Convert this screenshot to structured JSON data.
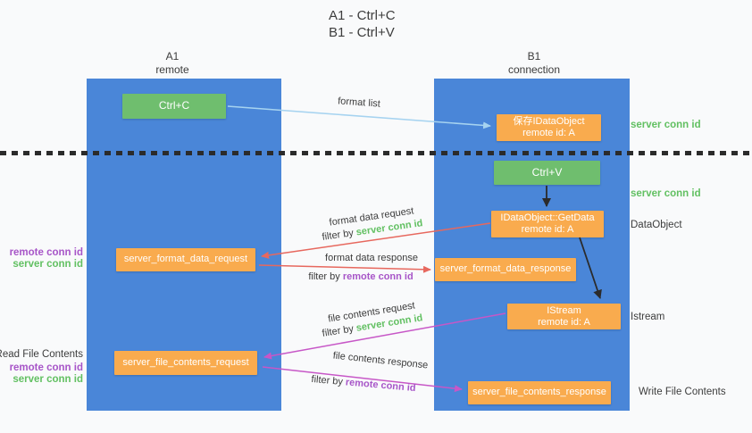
{
  "title": {
    "line1": "A1 - Ctrl+C",
    "line2": "B1 - Ctrl+V"
  },
  "headers": {
    "left_id": "A1",
    "left_role": "remote",
    "right_id": "B1",
    "right_role": "connection"
  },
  "nodes": {
    "ctrl_c": "Ctrl+C",
    "ctrl_v": "Ctrl+V",
    "save_dataobject": {
      "line1": "保存IDataObject",
      "line2": "remote id: A"
    },
    "getdata": {
      "line1": "IDataObject::GetData",
      "line2": "remote id: A"
    },
    "istream": {
      "line1": "IStream",
      "line2": "remote id: A"
    },
    "server_format_data_request": "server_format_data_request",
    "server_format_data_response": "server_format_data_response",
    "server_file_contents_request": "server_file_contents_request",
    "server_file_contents_response": "server_file_contents_response"
  },
  "arrow_labels": {
    "format_list": "format list",
    "format_data_request": "format data request",
    "format_data_response": "format data response",
    "file_contents_request": "file contents request",
    "file_contents_response": "file contents response",
    "filter_by": "filter by",
    "server_conn_id": "server conn id",
    "remote_conn_id": "remote conn id"
  },
  "side_labels": {
    "read_file_contents": "Read File Contents",
    "write_file_contents": "Write File Contents",
    "dataobject": "DataObject",
    "istream": "Istream",
    "server_conn_id": "server conn id",
    "remote_conn_id": "remote conn id"
  },
  "colors": {
    "column_blue": "#4a86d8",
    "box_orange": "#f9ab4e",
    "box_green": "#6fbe6e",
    "green_text": "#62c062",
    "purple_text": "#a755c8",
    "red_arrow": "#e7685e",
    "magenta_arrow": "#c757c7",
    "light_blue_arrow": "#a6d3f0",
    "black": "#2b2b2b"
  }
}
